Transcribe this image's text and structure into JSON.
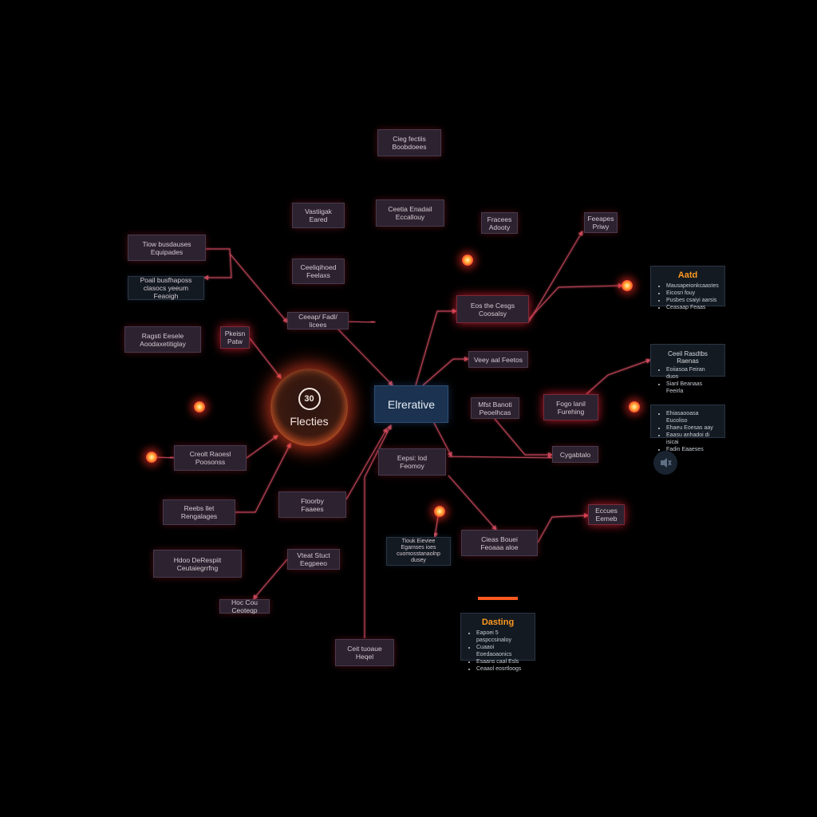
{
  "diagram": {
    "hub_label": "Elrerative",
    "orb": {
      "glyph": "30",
      "label": "Flecties"
    },
    "nodes": [
      "Cieg fectiis\nBoobdoees",
      "Ceetia Enadail\nEccallouy",
      "Vastiigak\nEared",
      "Ceeliqihoed\nFeelaxs",
      "Ceeap/ Fadl/ licees",
      "Tiow busdauses\nEquipades",
      "Poail busfhaposs\nclasocs yeeum Feaoigh",
      "Ragsti Eesele\nAoodaxetitiglay",
      "Pkeisn\nPatw",
      "Fracees\nAdooty",
      "Feeapes\nPriwy",
      "Eos the Cesgs\nCoosalsy",
      "Veey aal Feetos",
      "Mfst Banoti\nPeoelhcas",
      "Fogo lanil\nFurehing",
      "Cygabtalo",
      "Eepsi: lod\nFeomoy",
      "Creolt Raoesl\nPoosonss",
      "Reebs llet\nRengalages",
      "Ftoorby\nFaaees",
      "Hdoo DeRespiit\nCeutaiegrrfng",
      "Vteat Stuct\nEegpeeo",
      "Hoc Cou Ceoteqp",
      "Ceit tuoaue\nHeqel",
      "Tiouk Eieviee\nEgamses ioes cuomosstanaolnp dusey",
      "Cieas Bouei\nFeoaaa aloe",
      "Eccues\nEemeb"
    ],
    "panels": [
      {
        "title": "Aatd",
        "items": [
          "Mausapeionkcaastes",
          "Eicosri fouy",
          "Pusbes csaiyi aarsis",
          "Ceasaap Feaas"
        ]
      },
      {
        "title": "Ceeil Rasdtbs Raenas",
        "items": [
          "Eoiiasoa Feiran duos",
          "Sianl Beanaas Feeirla"
        ]
      },
      {
        "title": "",
        "items": [
          "Ehiasaooasa Eucoliso",
          "Ehaeu Eoesas aay",
          "Eaasu anhadoi di isicai",
          "Fadin Eaaeses"
        ]
      },
      {
        "title": "Dasting",
        "items": [
          "Eapoei 5 paspccsinaloy",
          "Cuaaoi Eoedaoaonics",
          "Esaans caal Esls",
          "Ceaaol eosrtloogs"
        ]
      }
    ],
    "colors": {
      "background": "#000000",
      "edge": "#c8485a",
      "node_fill": "#2c2230",
      "hub_fill": "#1b3350",
      "panel_title_orange": "#ff9a1f",
      "accent_bar": "#ff5a1f"
    },
    "icons": [
      "chat-mute-icon"
    ]
  }
}
